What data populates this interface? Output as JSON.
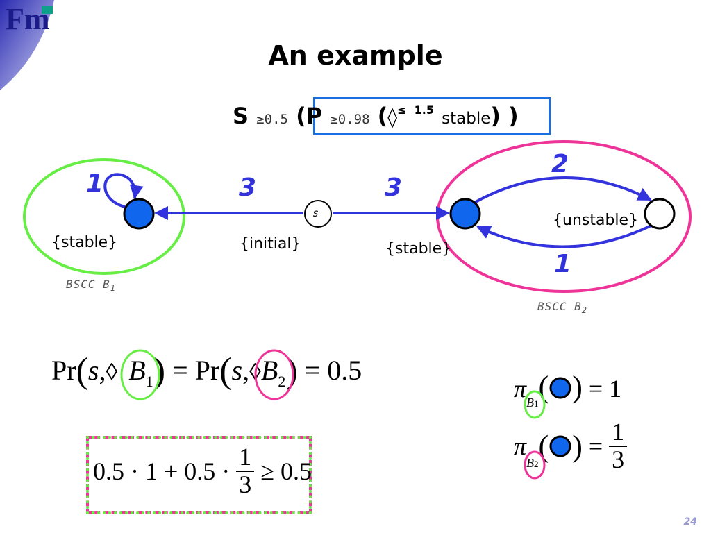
{
  "slide": {
    "logo": "Fm",
    "title": "An example",
    "page_number": "24"
  },
  "formula": {
    "s": "S",
    "s_bound": "≥0.5",
    "p_open": "(P",
    "p_bound": "≥0.98",
    "paren_open": "(",
    "eventually": "◊",
    "time_op": "≤",
    "time_bound": "1.5",
    "atom": "stable",
    "close": ") )"
  },
  "diagram": {
    "edge_weights": [
      "1",
      "3",
      "3",
      "2",
      "1"
    ],
    "state_initial_name": "s",
    "labels": {
      "stable_left": "{stable}",
      "initial": "{initial}",
      "stable_right": "{stable}",
      "unstable": "{unstable}"
    },
    "bscc": {
      "b1": {
        "prefix": "BSCC B",
        "sub": "1"
      },
      "b2": {
        "prefix": "BSCC B",
        "sub": "2"
      }
    }
  },
  "equations": {
    "reach": {
      "pr": "Pr",
      "s": "s",
      "comma": ",",
      "eventually": "◊",
      "b": "B",
      "sub1": "1",
      "sub2": "2",
      "eq": "=",
      "result": "0.5"
    },
    "sum": {
      "left": "0.5 · 1 + 0.5 ·",
      "num": "1",
      "den": "3",
      "right": "≥ 0.5"
    },
    "pi": {
      "symbol": "π",
      "b": "B",
      "sub1": "1",
      "sub2": "2",
      "eq": "=",
      "value1": "1",
      "value2_num": "1",
      "value2_den": "3"
    }
  },
  "colors": {
    "green": "#66ee44",
    "pink": "#ee3399",
    "blue_state": "#1166ee",
    "edge_blue": "#3333dd",
    "highlight_box": "#1a6fe0"
  }
}
